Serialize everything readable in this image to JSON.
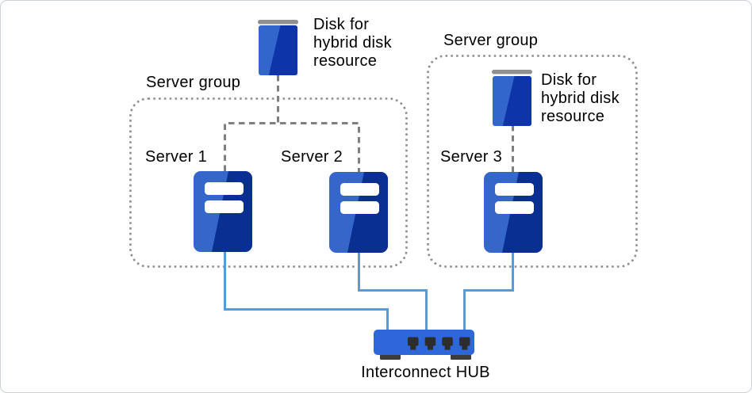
{
  "groups": [
    {
      "label": "Server group"
    },
    {
      "label": "Server group"
    }
  ],
  "servers": [
    {
      "label": "Server 1"
    },
    {
      "label": "Server 2"
    },
    {
      "label": "Server 3"
    }
  ],
  "disks": [
    {
      "label": "Disk for\nhybrid disk\nresource"
    },
    {
      "label": "Disk for\nhybrid disk\nresource"
    }
  ],
  "hub": {
    "label": "Interconnect HUB"
  },
  "colors": {
    "server_light": "#3566CA",
    "server_dark": "#0A2F93",
    "disk_light": "#3366CC",
    "disk_dark": "#0E34A9",
    "hub_blue": "#2D67D9",
    "cable_blue": "#5B9BD5",
    "connector_gray": "#7F7F7F",
    "group_border": "#8C8C8C",
    "cap_gray": "#909090",
    "port_dark": "#2D2D2D",
    "foot_dark": "#3C3C3C",
    "slot_white": "#FFFFFF",
    "text": "#000000"
  }
}
